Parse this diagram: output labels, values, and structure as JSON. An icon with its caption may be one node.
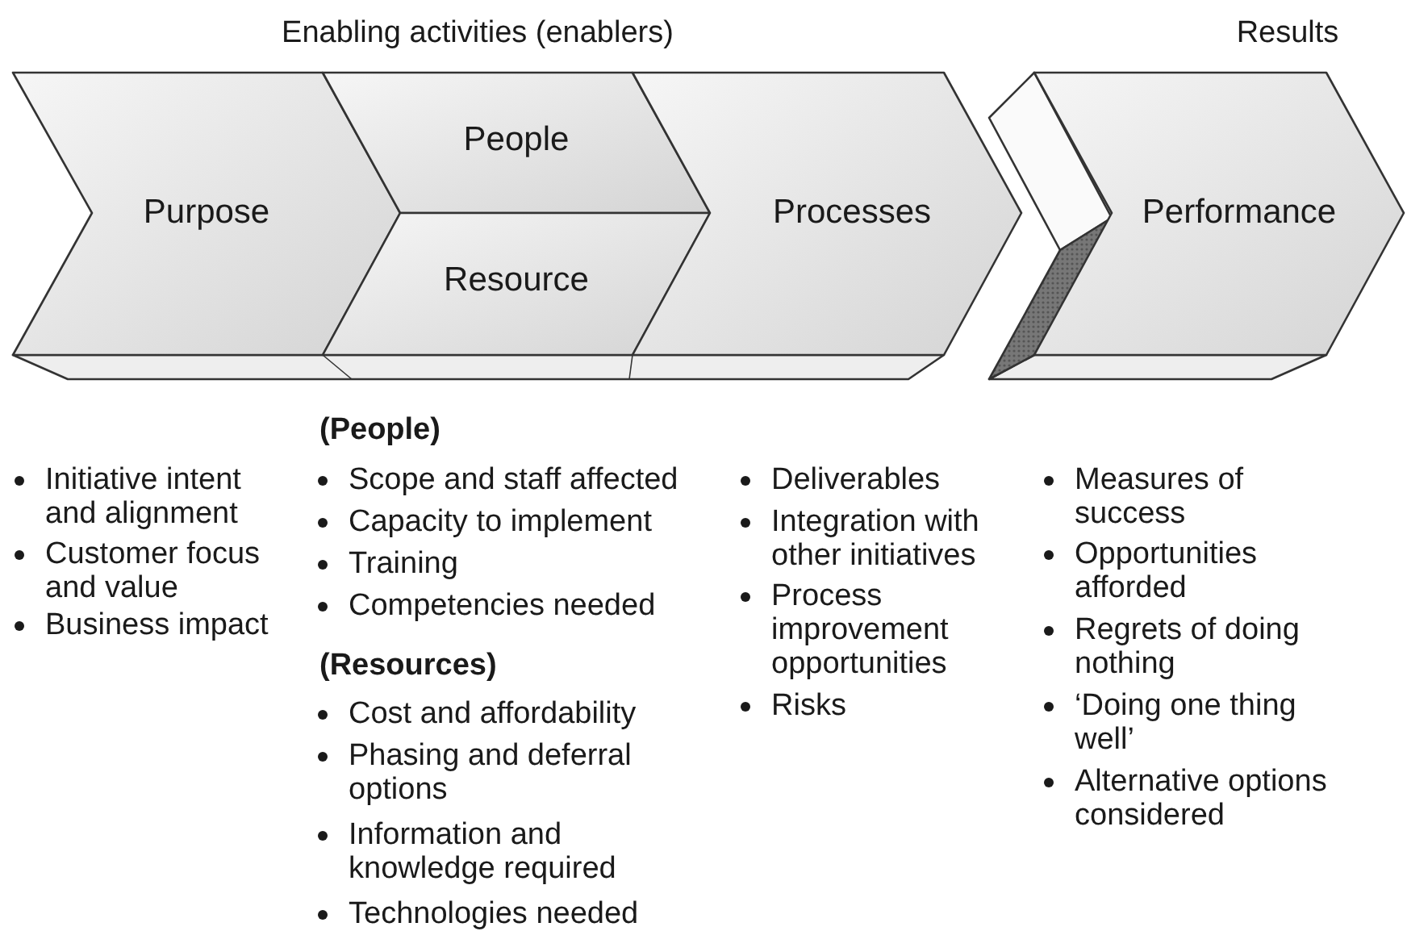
{
  "diagram": {
    "nodes": [
      {
        "text": [
          "Purpose"
        ]
      },
      {
        "text": [
          "People"
        ]
      },
      {
        "text": [
          "Resource"
        ]
      },
      {
        "text": [
          "Processes"
        ]
      },
      {
        "text": [
          "Performance"
        ]
      }
    ],
    "edges": [],
    "labels": [
      "Enabling activities (enablers)",
      "Results",
      "Initiative intent and alignment",
      "Customer focus and value",
      "Business impact",
      "(People)",
      "Scope and staff affected",
      "Capacity to implement",
      "Training",
      "Competencies needed",
      "(Resources)",
      "Cost and affordability",
      "Phasing and deferral options",
      "Information and knowledge required",
      "Technologies needed",
      "Deliverables",
      "Integration with other initiatives",
      "Process improvement opportunities",
      "Risks",
      "Measures of success",
      "Opportunities afforded",
      "Regrets of doing nothing",
      "‘Doing one thing well’",
      "Alternative options considered"
    ]
  }
}
